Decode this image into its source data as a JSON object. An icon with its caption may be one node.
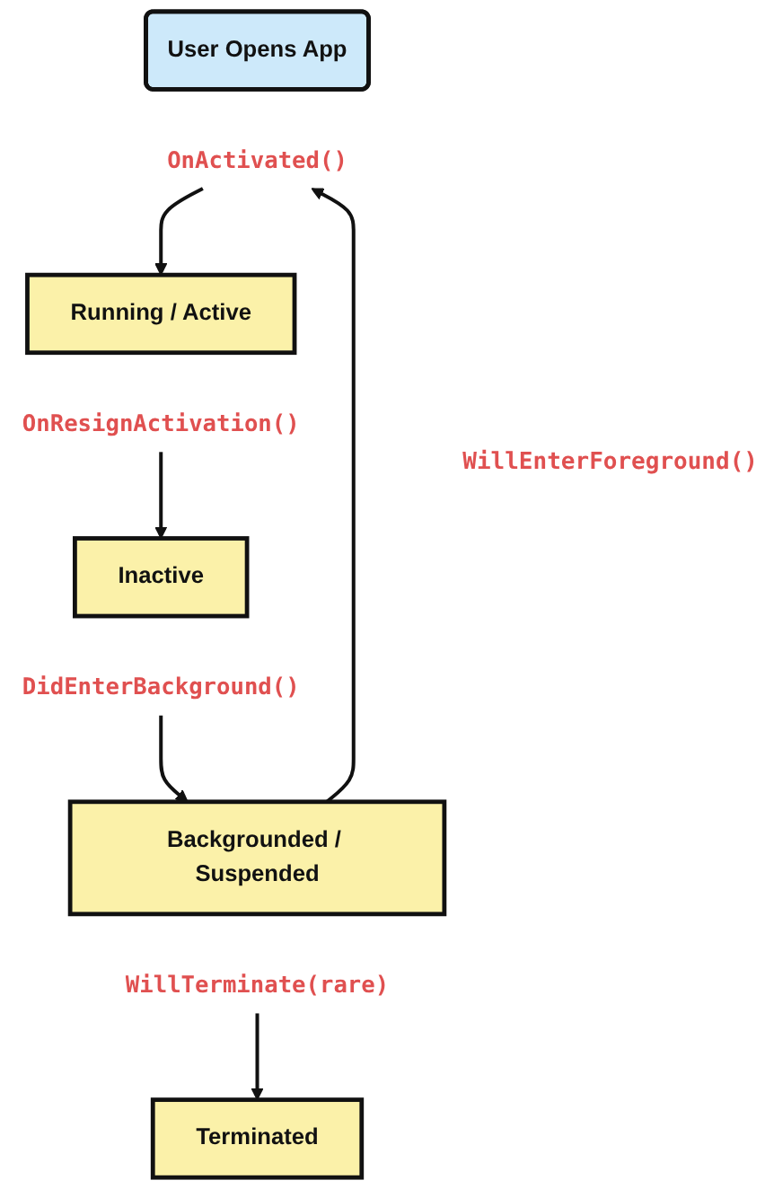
{
  "diagram": {
    "nodes": [
      {
        "text": [
          "User Opens App"
        ]
      },
      {
        "text": [
          "OnActivated()"
        ]
      },
      {
        "text": [
          "Running / Active"
        ]
      },
      {
        "text": [
          "OnResignActivation()"
        ]
      },
      {
        "text": [
          "Inactive"
        ]
      },
      {
        "text": [
          "DidEnterBackground()"
        ]
      },
      {
        "text": [
          "Backgrounded / Suspended"
        ]
      },
      {
        "text": [
          "WillTerminate(rare)"
        ]
      },
      {
        "text": [
          "Terminated"
        ]
      }
    ],
    "edges": [
      {
        "from": 1,
        "to": 2,
        "arrow": "to"
      },
      {
        "from": 3,
        "to": 4,
        "arrow": "to"
      },
      {
        "from": 5,
        "to": 6,
        "arrow": "to"
      },
      {
        "from": 7,
        "to": 8,
        "arrow": "to"
      },
      {
        "from": 6,
        "to": 1,
        "arrow": "to"
      }
    ],
    "labels": [
      "WillEnterForeground()"
    ]
  }
}
